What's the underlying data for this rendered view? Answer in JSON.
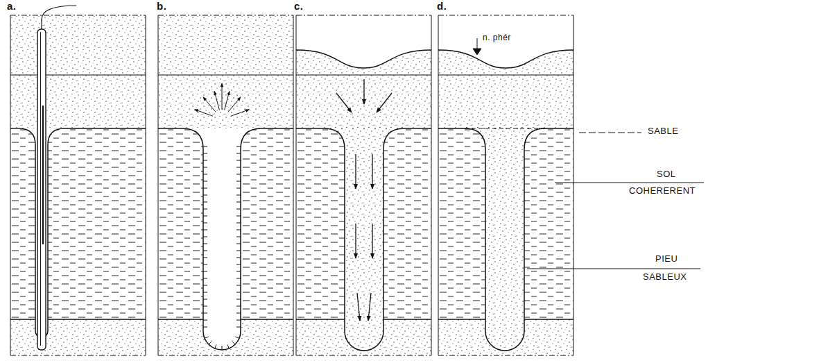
{
  "diagram": {
    "labels": [
      "a.",
      "b.",
      "c.",
      "d.",
      "n. phér",
      "SABLE",
      "SOL",
      "COHERERENT",
      "PIEU",
      "SABLEUX"
    ]
  }
}
